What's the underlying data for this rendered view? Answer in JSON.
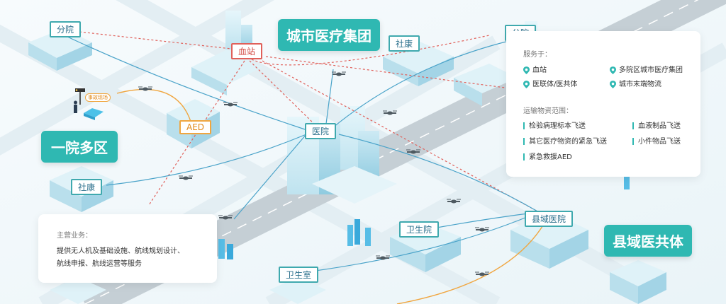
{
  "tags": {
    "city_group": "城市医疗集团",
    "one_hospital": "一院多区",
    "county_alliance": "县域医共体"
  },
  "nodes": {
    "branch_left": "分院",
    "branch_right": "分院",
    "blood_station": "血站",
    "community_top": "社康",
    "community_left": "社康",
    "hospital": "医院",
    "aed": "AED",
    "accident_site": "事故现场",
    "county_hospital": "县域医院",
    "health_center": "卫生院",
    "health_room": "卫生室"
  },
  "service_panel": {
    "serves_title": "服务于：",
    "serves": [
      "血站",
      "多院区城市医疗集团",
      "医联体/医共体",
      "城市末端物流"
    ],
    "materials_title": "运输物资范围：",
    "materials": [
      "检验病理标本飞送",
      "血液制品飞送",
      "其它医疗物资的紧急飞送",
      "小件物品飞送",
      "紧急救援AED"
    ]
  },
  "business_panel": {
    "title": "主营业务：",
    "lines": [
      "提供无人机及基础设施、航线规划设计、",
      "航线申报、航线运营等服务"
    ]
  },
  "colors": {
    "accent": "#2fb8b2",
    "border": "#3fa9ae",
    "red": "#e0605a",
    "orange": "#f0a640",
    "route": "#4aa3c9"
  }
}
